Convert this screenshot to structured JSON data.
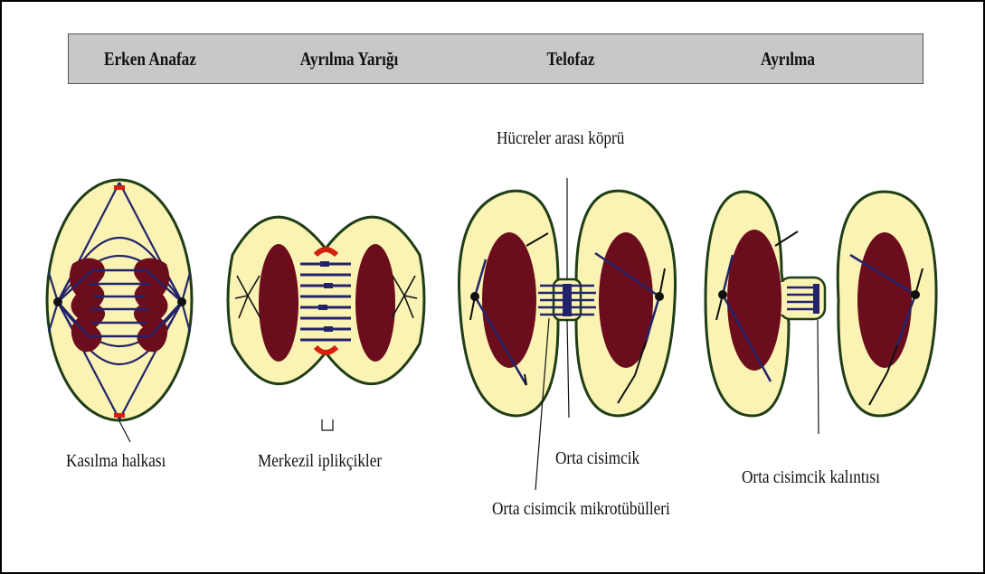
{
  "header": {
    "stages": [
      "Erken Anafaz",
      "Ayrılma Yarığı",
      "Telofaz",
      "Ayrılma"
    ]
  },
  "labels": {
    "contractile_ring": "Kasılma halkası",
    "central_spindle": "Merkezil iplikçikler",
    "intercellular_bridge": "Hücreler arası köprü",
    "midbody": "Orta cisimcik",
    "midbody_microtubules": "Orta cisimcik mikrotübülleri",
    "midbody_remnant": "Orta cisimcik kalıntısı"
  },
  "colors": {
    "cytoplasm": "#faf3b4",
    "membrane": "#1f3d16",
    "chromosome": "#6b0d1c",
    "microtubule": "#23236b",
    "actin_ring": "#d52010",
    "header_bg": "#c8c8c8"
  }
}
